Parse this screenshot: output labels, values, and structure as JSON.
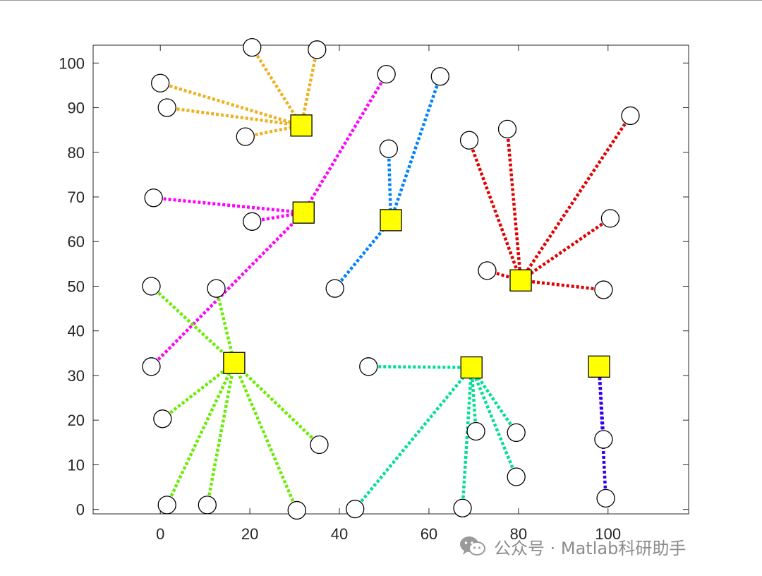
{
  "watermark": {
    "text": "公众号 · Matlab科研助手",
    "icon": "wechat-icon"
  },
  "chart_data": {
    "type": "scatter",
    "title": "",
    "xlabel": "",
    "ylabel": "",
    "xlim": [
      -15,
      118
    ],
    "ylim": [
      -1,
      104
    ],
    "xticks": [
      0,
      20,
      40,
      60,
      80,
      100
    ],
    "yticks": [
      0,
      10,
      20,
      30,
      40,
      50,
      60,
      70,
      80,
      90,
      100
    ],
    "grid": false,
    "legend": "none",
    "clusters": [
      {
        "color": "#EDB120",
        "center": [
          31.5,
          86
        ],
        "points": [
          [
            20.5,
            103.5
          ],
          [
            35,
            103
          ],
          [
            0,
            95.5
          ],
          [
            1.5,
            90
          ],
          [
            19,
            83.5
          ]
        ]
      },
      {
        "color": "#FF00FF",
        "center": [
          32,
          66.5
        ],
        "points": [
          [
            50.5,
            97.5
          ],
          [
            -1.5,
            69.8
          ],
          [
            20.5,
            64.5
          ],
          [
            -2,
            32
          ]
        ]
      },
      {
        "color": "#0080FF",
        "center": [
          51.5,
          64.8
        ],
        "points": [
          [
            62.5,
            97
          ],
          [
            51,
            80.8
          ],
          [
            39,
            49.5
          ]
        ]
      },
      {
        "color": "#E00000",
        "center": [
          80.5,
          51.3
        ],
        "points": [
          [
            105,
            88.2
          ],
          [
            69,
            82.7
          ],
          [
            77.5,
            85.2
          ],
          [
            100.5,
            65.2
          ],
          [
            73,
            53.5
          ],
          [
            99,
            49.2
          ]
        ]
      },
      {
        "color": "#66EE00",
        "center": [
          16.5,
          32.8
        ],
        "points": [
          [
            -2,
            50
          ],
          [
            12.5,
            49.5
          ],
          [
            0.5,
            20.3
          ],
          [
            35.5,
            14.5
          ],
          [
            1.5,
            1
          ],
          [
            10.5,
            1
          ],
          [
            30.5,
            -0.2
          ]
        ]
      },
      {
        "color": "#00E090",
        "center": [
          69.5,
          31.8
        ],
        "points": [
          [
            46.5,
            32
          ],
          [
            70.5,
            17.5
          ],
          [
            79.5,
            17.2
          ],
          [
            79.5,
            7.3
          ],
          [
            43.5,
            0.1
          ],
          [
            67.5,
            0.3
          ]
        ]
      },
      {
        "color": "#3300EE",
        "center": [
          98,
          32
        ],
        "points": [
          [
            99,
            15.7
          ],
          [
            99.5,
            2.5
          ]
        ]
      }
    ]
  }
}
